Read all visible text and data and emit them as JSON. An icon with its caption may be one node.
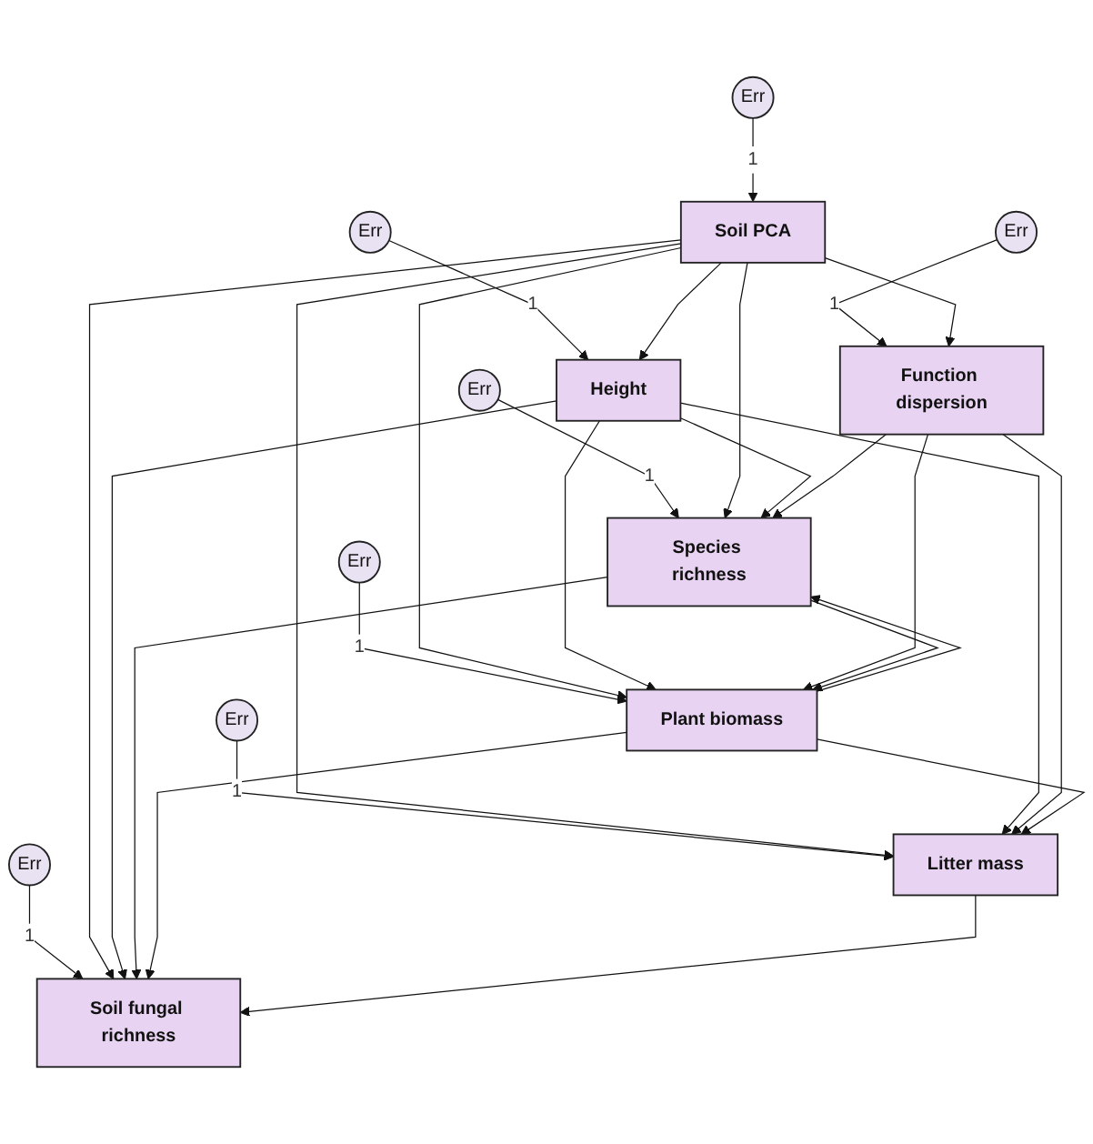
{
  "diagram": {
    "nodes": [
      {
        "text": [
          "Err"
        ]
      },
      {
        "text": [
          "Soil PCA"
        ]
      },
      {
        "text": [
          "Err"
        ]
      },
      {
        "text": [
          "Err"
        ]
      },
      {
        "text": [
          "Species richness"
        ]
      },
      {
        "text": [
          "Height"
        ]
      },
      {
        "text": [
          "Err"
        ]
      },
      {
        "text": [
          "Err"
        ]
      },
      {
        "text": [
          "Plant biomass"
        ]
      },
      {
        "text": [
          "Function dispersion"
        ]
      },
      {
        "text": [
          "Err"
        ]
      },
      {
        "text": [
          "Litter mass"
        ]
      },
      {
        "text": [
          "Err"
        ]
      },
      {
        "text": [
          "Soil fungal richness"
        ]
      }
    ],
    "edges": [
      {
        "from": 0,
        "to": 1,
        "arrow": "to",
        "label": "1"
      },
      {
        "from": 2,
        "to": 4,
        "arrow": "to",
        "label": "1"
      },
      {
        "from": 3,
        "to": 5,
        "arrow": "to",
        "label": "1"
      },
      {
        "from": 6,
        "to": 9,
        "arrow": "to",
        "label": "1"
      },
      {
        "from": 7,
        "to": 8,
        "arrow": "to",
        "label": "1"
      },
      {
        "from": 10,
        "to": 11,
        "arrow": "to",
        "label": "1"
      },
      {
        "from": 12,
        "to": 13,
        "arrow": "to",
        "label": "1"
      },
      {
        "from": 1,
        "to": 5,
        "arrow": "to"
      },
      {
        "from": 1,
        "to": 9,
        "arrow": "to"
      },
      {
        "from": 1,
        "to": 4,
        "arrow": "to"
      },
      {
        "from": 1,
        "to": 8,
        "arrow": "to"
      },
      {
        "from": 1,
        "to": 11,
        "arrow": "to"
      },
      {
        "from": 1,
        "to": 13,
        "arrow": "to"
      },
      {
        "from": 5,
        "to": 4,
        "arrow": "to"
      },
      {
        "from": 5,
        "to": 8,
        "arrow": "to"
      },
      {
        "from": 5,
        "to": 11,
        "arrow": "to"
      },
      {
        "from": 5,
        "to": 13,
        "arrow": "to"
      },
      {
        "from": 9,
        "to": 4,
        "arrow": "to"
      },
      {
        "from": 9,
        "to": 8,
        "arrow": "to"
      },
      {
        "from": 9,
        "to": 11,
        "arrow": "to"
      },
      {
        "from": 4,
        "to": 8,
        "arrow": "to"
      },
      {
        "from": 8,
        "to": 4,
        "arrow": "to"
      },
      {
        "from": 8,
        "to": 11,
        "arrow": "to"
      },
      {
        "from": 4,
        "to": 13,
        "arrow": "to"
      },
      {
        "from": 8,
        "to": 13,
        "arrow": "to"
      },
      {
        "from": 11,
        "to": 13,
        "arrow": "to"
      }
    ]
  }
}
